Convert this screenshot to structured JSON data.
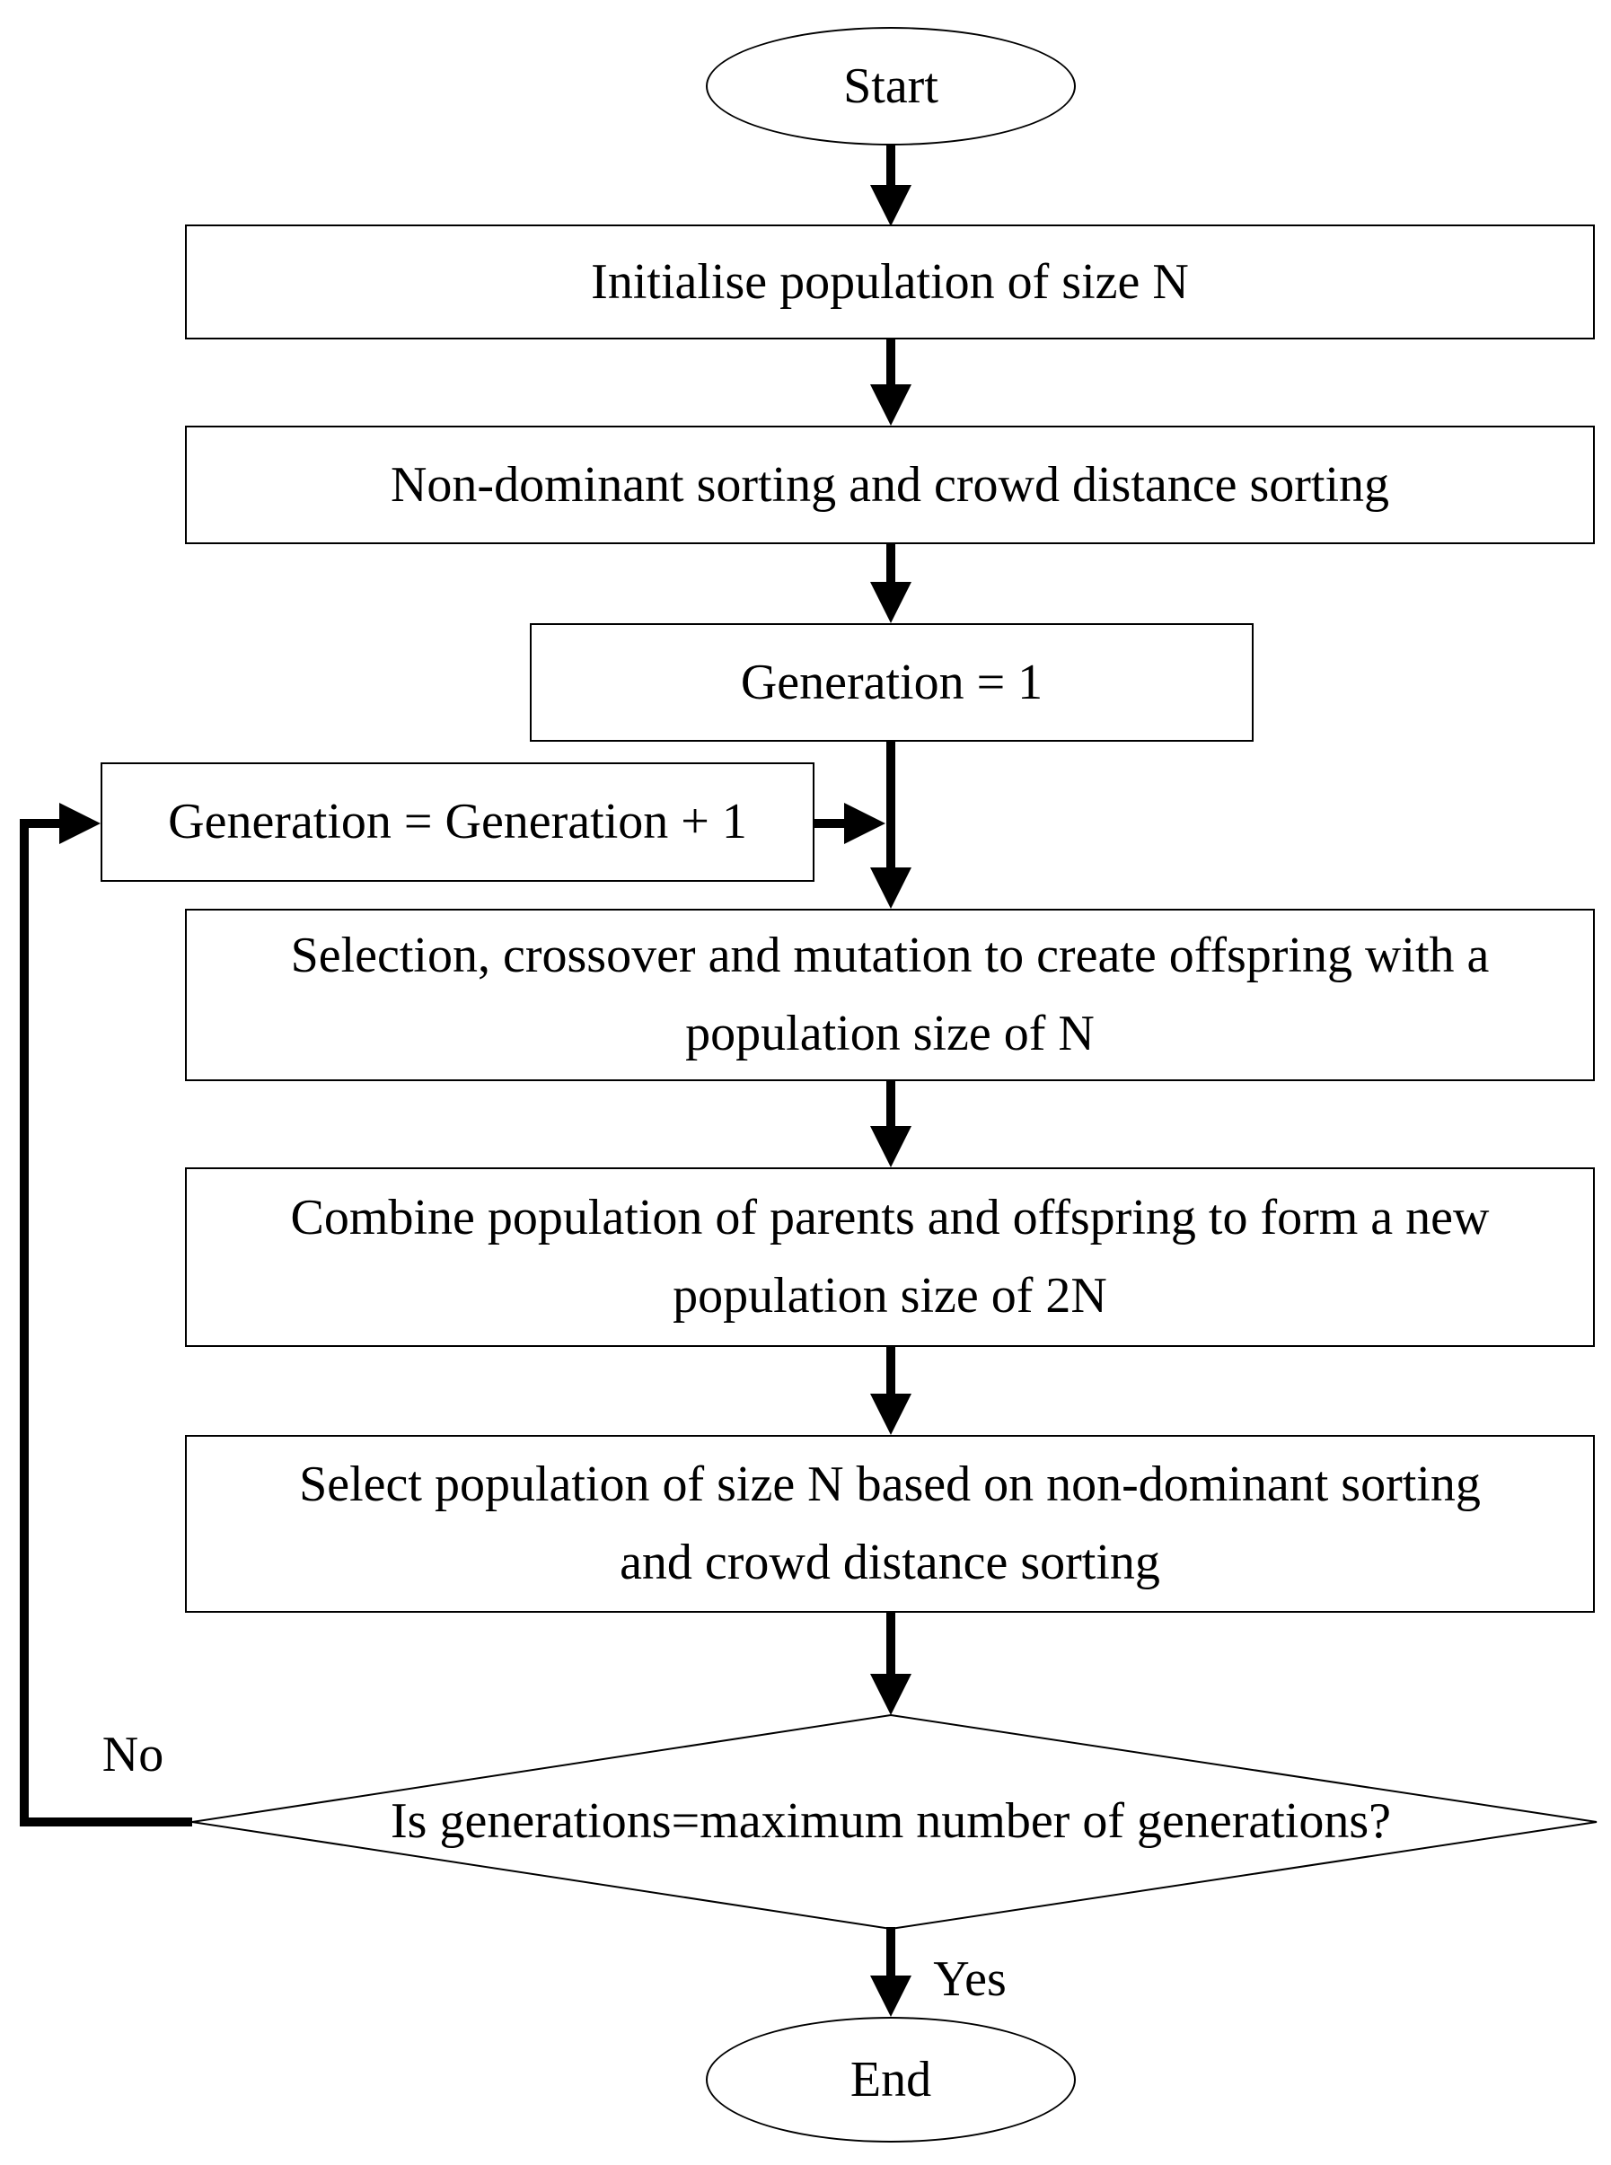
{
  "figure": {
    "background_color": "#ffffff",
    "stroke_color": "#000000"
  },
  "nodes": {
    "start": {
      "type": "terminator",
      "label": "Start"
    },
    "initialise": {
      "type": "process",
      "label": "Initialise population of size N"
    },
    "sorting": {
      "type": "process",
      "label": "Non-dominant sorting and crowd distance sorting"
    },
    "generation_one": {
      "type": "process",
      "label": "Generation = 1"
    },
    "generation_increment": {
      "type": "process",
      "label": "Generation = Generation + 1"
    },
    "selection": {
      "type": "process",
      "label": "Selection, crossover and mutation to create offspring with a\npopulation size of N"
    },
    "combine": {
      "type": "process",
      "label": "Combine population of parents and offspring to form a new\npopulation size of 2N"
    },
    "select_population": {
      "type": "process",
      "label": "Select population of size N based on non-dominant sorting\nand crowd distance sorting"
    },
    "decision": {
      "type": "decision",
      "label": "Is generations=maximum number of generations?"
    },
    "end": {
      "type": "terminator",
      "label": "End"
    }
  },
  "edges": [
    {
      "from": "start",
      "to": "initialise",
      "label": ""
    },
    {
      "from": "initialise",
      "to": "sorting",
      "label": ""
    },
    {
      "from": "sorting",
      "to": "generation_one",
      "label": ""
    },
    {
      "from": "generation_one",
      "to": "selection",
      "label": ""
    },
    {
      "from": "generation_increment",
      "to": "selection",
      "label": ""
    },
    {
      "from": "selection",
      "to": "combine",
      "label": ""
    },
    {
      "from": "combine",
      "to": "select_population",
      "label": ""
    },
    {
      "from": "select_population",
      "to": "decision",
      "label": ""
    },
    {
      "from": "decision",
      "to": "end",
      "label": "Yes"
    },
    {
      "from": "decision",
      "to": "generation_increment",
      "label": "No"
    }
  ]
}
